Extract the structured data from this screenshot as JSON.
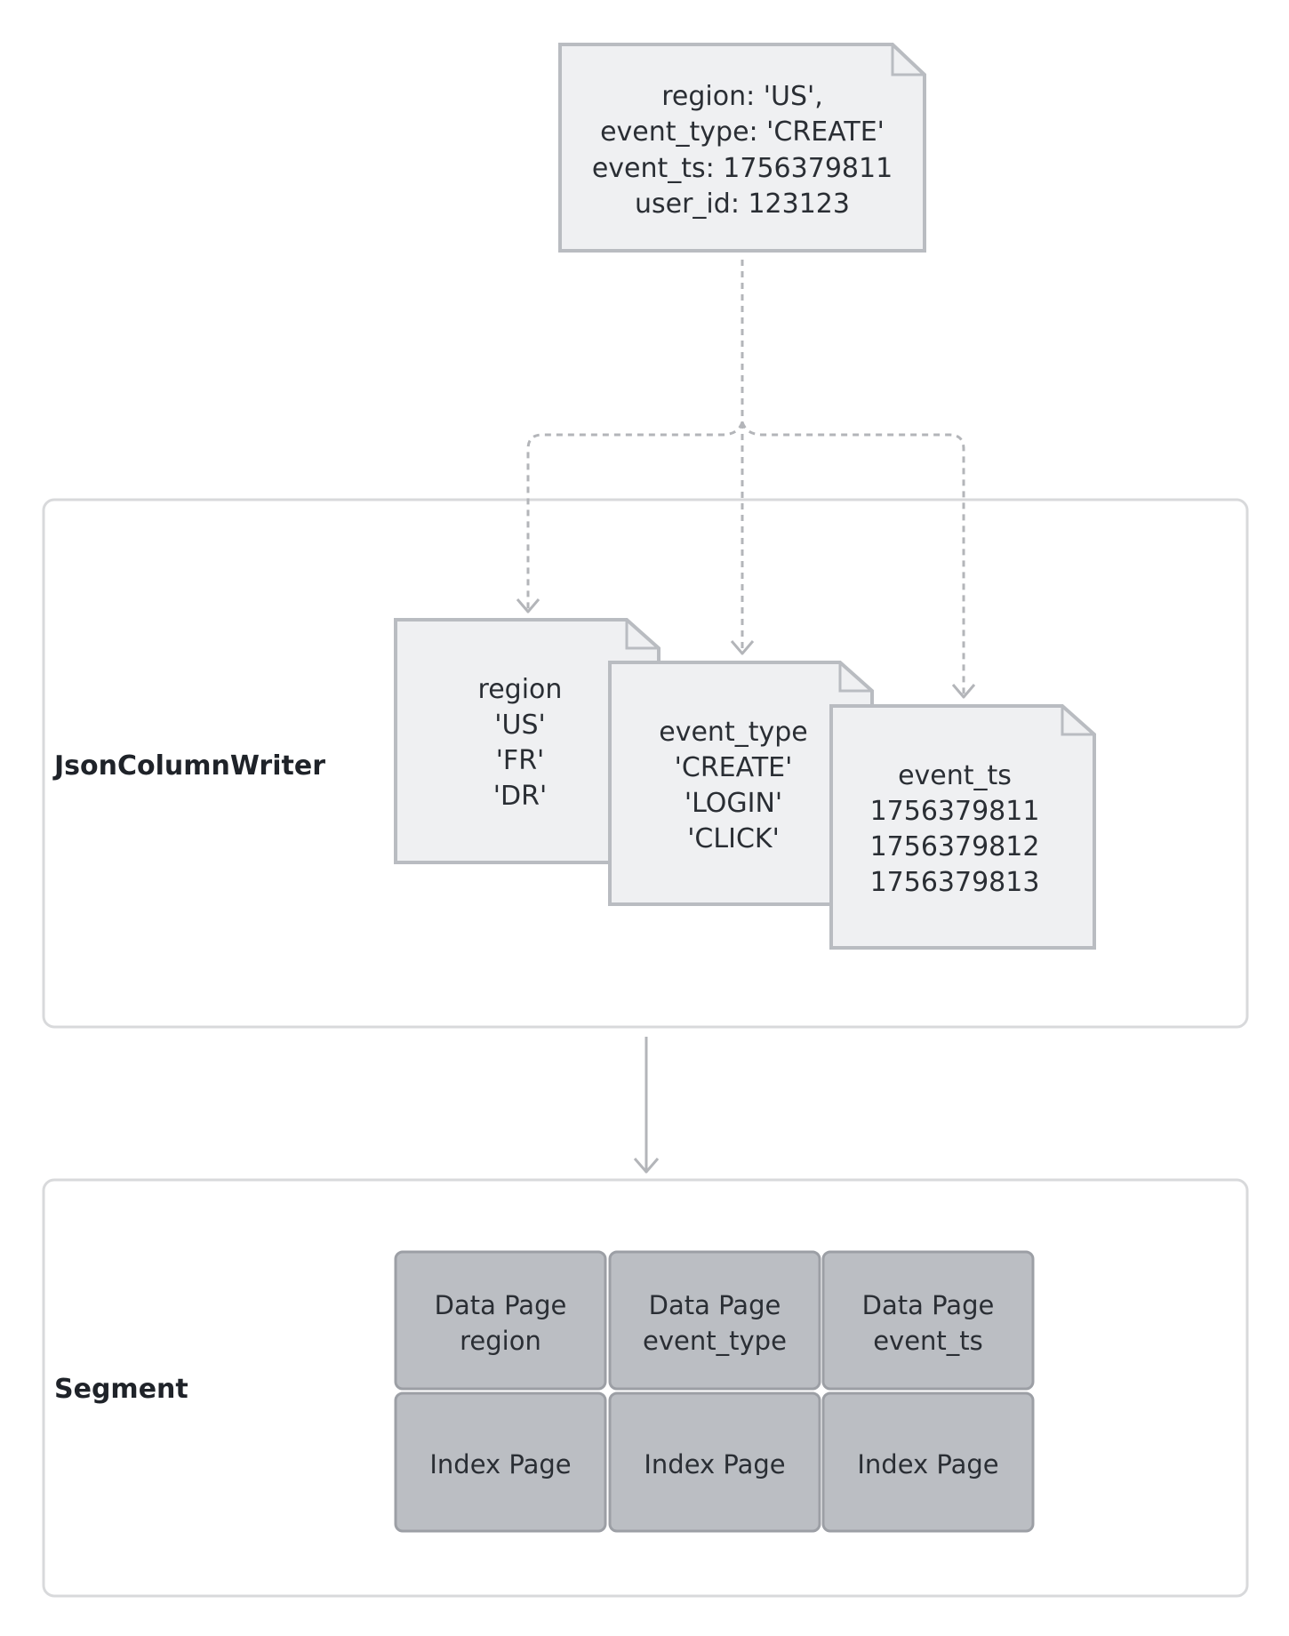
{
  "source_record": {
    "lines": [
      "region: 'US',",
      "event_type: 'CREATE'",
      "event_ts: 1756379811",
      "user_id: 123123"
    ]
  },
  "writer_panel": {
    "label": "JsonColumnWriter",
    "columns": [
      {
        "lines": [
          "region",
          "'US'",
          "'FR'",
          "'DR'"
        ]
      },
      {
        "lines": [
          "event_type",
          "'CREATE'",
          "'LOGIN'",
          "'CLICK'"
        ]
      },
      {
        "lines": [
          "event_ts",
          "1756379811",
          "1756379812",
          "1756379813"
        ]
      }
    ]
  },
  "segment_panel": {
    "label": "Segment",
    "data_pages": [
      {
        "lines": [
          "Data Page",
          "region"
        ]
      },
      {
        "lines": [
          "Data Page",
          "event_type"
        ]
      },
      {
        "lines": [
          "Data Page",
          "event_ts"
        ]
      }
    ],
    "index_pages": [
      {
        "lines": [
          "Index Page"
        ]
      },
      {
        "lines": [
          "Index Page"
        ]
      },
      {
        "lines": [
          "Index Page"
        ]
      }
    ]
  },
  "colors": {
    "doc_fill": "#eff0f2",
    "doc_stroke": "#b9bcc1",
    "page_fill": "#bbbec3",
    "page_stroke": "#9c9fa5",
    "panel_stroke": "#d8d9db",
    "connector": "#b3b5b9"
  }
}
